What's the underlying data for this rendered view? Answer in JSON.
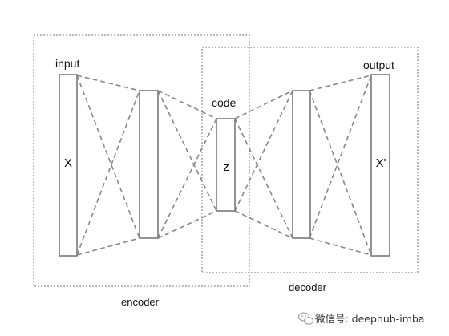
{
  "diagram": {
    "labels": {
      "input": "input",
      "code": "code",
      "output": "output",
      "encoder": "encoder",
      "decoder": "decoder"
    },
    "variables": {
      "x": "X",
      "z": "z",
      "x_prime": "X'"
    },
    "watermark": {
      "text": "微信号: deephub-imba"
    }
  }
}
